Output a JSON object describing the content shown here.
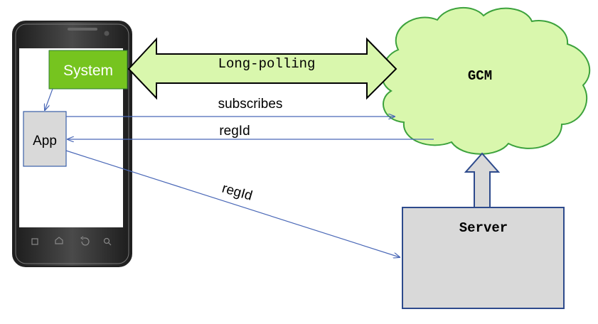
{
  "phone": {
    "system_label": "System",
    "app_label": "App"
  },
  "cloud": {
    "label": "GCM"
  },
  "server": {
    "label": "Server"
  },
  "edges": {
    "long_polling": "Long-polling",
    "subscribes": "subscribes",
    "regid_to_app": "regId",
    "regid_to_server": "regId"
  },
  "colors": {
    "cloud_fill": "#d9f7ad",
    "system_fill": "#76c41f",
    "box_fill": "#d9d9d9",
    "arrow_line": "#4a68b7",
    "phone_body": "#3a3a3a"
  }
}
